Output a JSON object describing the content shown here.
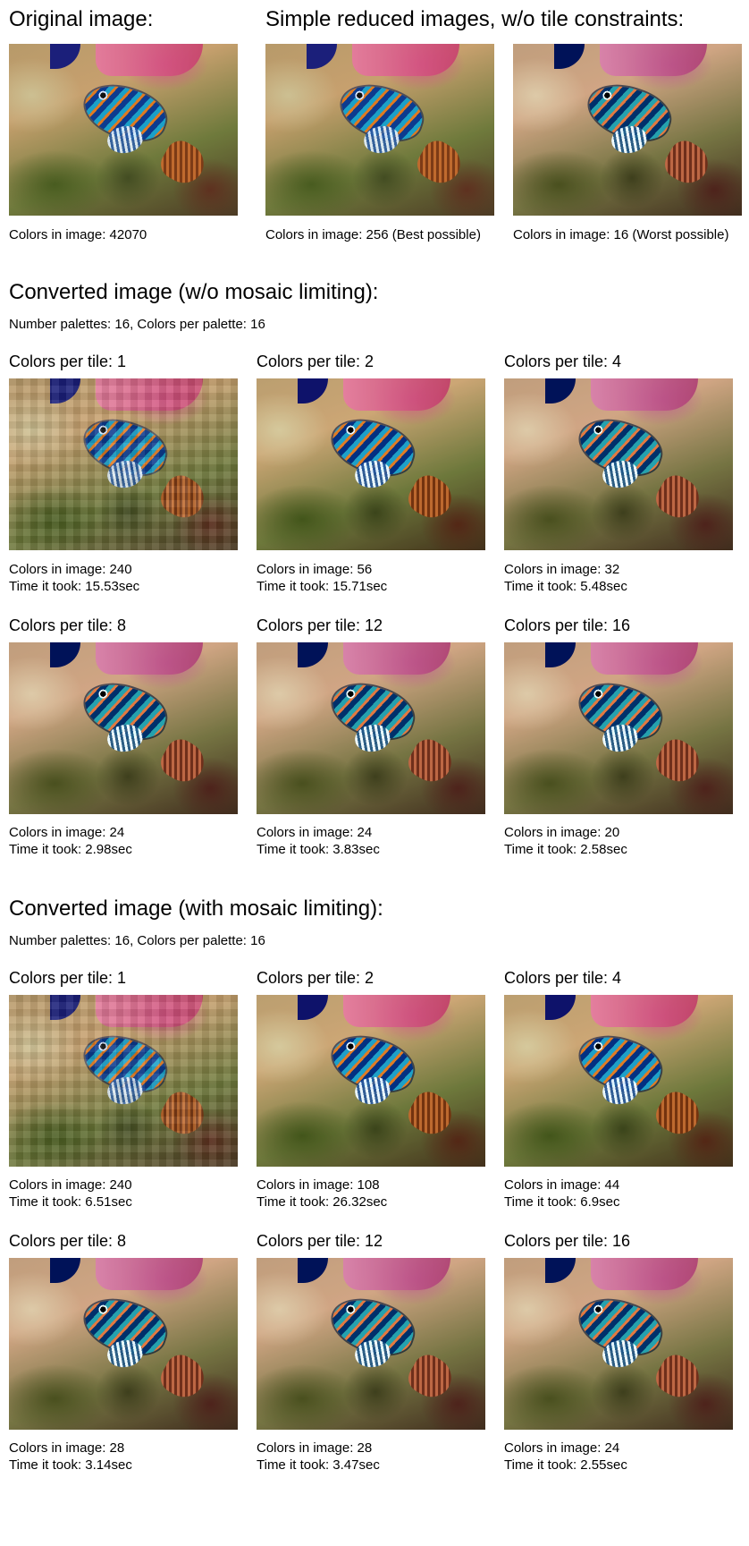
{
  "original": {
    "heading": "Original image:",
    "caption": "Colors in image: 42070"
  },
  "simple": {
    "heading": "Simple reduced images, w/o tile constraints:",
    "best_caption": "Colors in image: 256 (Best possible)",
    "worst_caption": "Colors in image: 16 (Worst possible)"
  },
  "without_mosaic": {
    "heading": "Converted image (w/o mosaic limiting):",
    "subheading": "Number palettes: 16,  Colors per palette: 16",
    "items": [
      {
        "title": "Colors per tile: 1",
        "colors": "Colors in image: 240",
        "time": "Time it took: 15.53sec"
      },
      {
        "title": "Colors per tile: 2",
        "colors": "Colors in image: 56",
        "time": "Time it took: 15.71sec"
      },
      {
        "title": "Colors per tile: 4",
        "colors": "Colors in image: 32",
        "time": "Time it took: 5.48sec"
      },
      {
        "title": "Colors per tile: 8",
        "colors": "Colors in image: 24",
        "time": "Time it took: 2.98sec"
      },
      {
        "title": "Colors per tile: 12",
        "colors": "Colors in image: 24",
        "time": "Time it took: 3.83sec"
      },
      {
        "title": "Colors per tile: 16",
        "colors": "Colors in image: 20",
        "time": "Time it took: 2.58sec"
      }
    ]
  },
  "with_mosaic": {
    "heading": "Converted image (with mosaic limiting):",
    "subheading": "Number palettes: 16,  Colors per palette: 16",
    "items": [
      {
        "title": "Colors per tile: 1",
        "colors": "Colors in image: 240",
        "time": "Time it took: 6.51sec"
      },
      {
        "title": "Colors per tile: 2",
        "colors": "Colors in image: 108",
        "time": "Time it took: 26.32sec"
      },
      {
        "title": "Colors per tile: 4",
        "colors": "Colors in image: 44",
        "time": "Time it took: 6.9sec"
      },
      {
        "title": "Colors per tile: 8",
        "colors": "Colors in image: 28",
        "time": "Time it took: 3.14sec"
      },
      {
        "title": "Colors per tile: 12",
        "colors": "Colors in image: 28",
        "time": "Time it took: 3.47sec"
      },
      {
        "title": "Colors per tile: 16",
        "colors": "Colors in image: 24",
        "time": "Time it took: 2.55sec"
      }
    ]
  }
}
